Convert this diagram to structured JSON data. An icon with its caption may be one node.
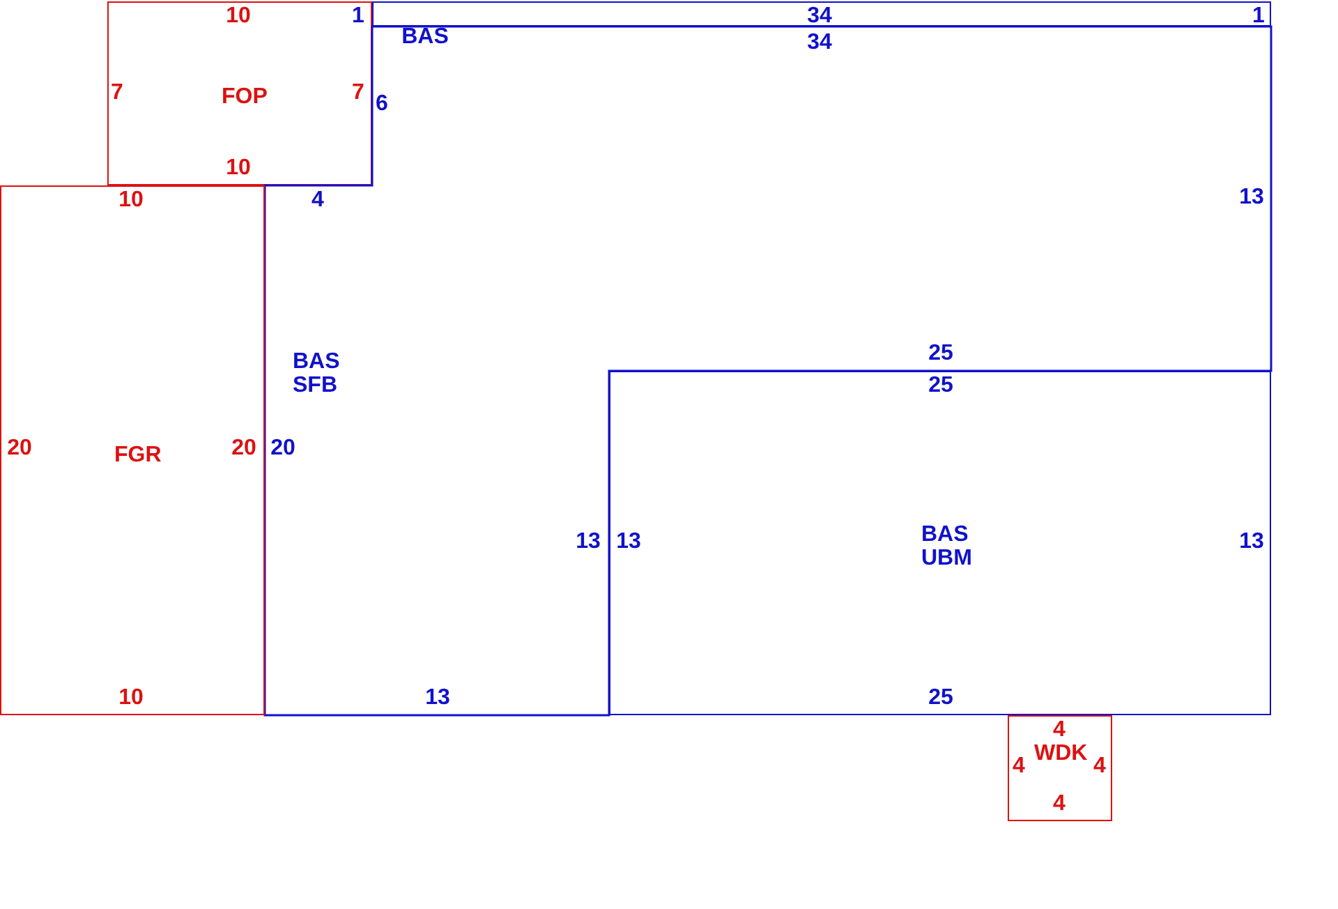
{
  "diagram": {
    "nodes": [
      {
        "text": [
          "FOP"
        ]
      },
      {
        "text": [],
        "shape": "box"
      },
      {
        "text": [
          "BAS SFB"
        ]
      },
      {
        "text": [
          "FGR"
        ]
      },
      {
        "text": [
          "BAS UBM"
        ]
      },
      {
        "text": [
          "WDK"
        ]
      }
    ],
    "labels": [
      "10",
      "1",
      "34",
      "1",
      "BAS",
      "34",
      "7",
      "7",
      "6",
      "10",
      "10",
      "4",
      "13",
      "25",
      "25",
      "20",
      "20",
      "20",
      "13",
      "13",
      "13",
      "10",
      "13",
      "25",
      "4",
      "4",
      "4",
      "4"
    ]
  }
}
